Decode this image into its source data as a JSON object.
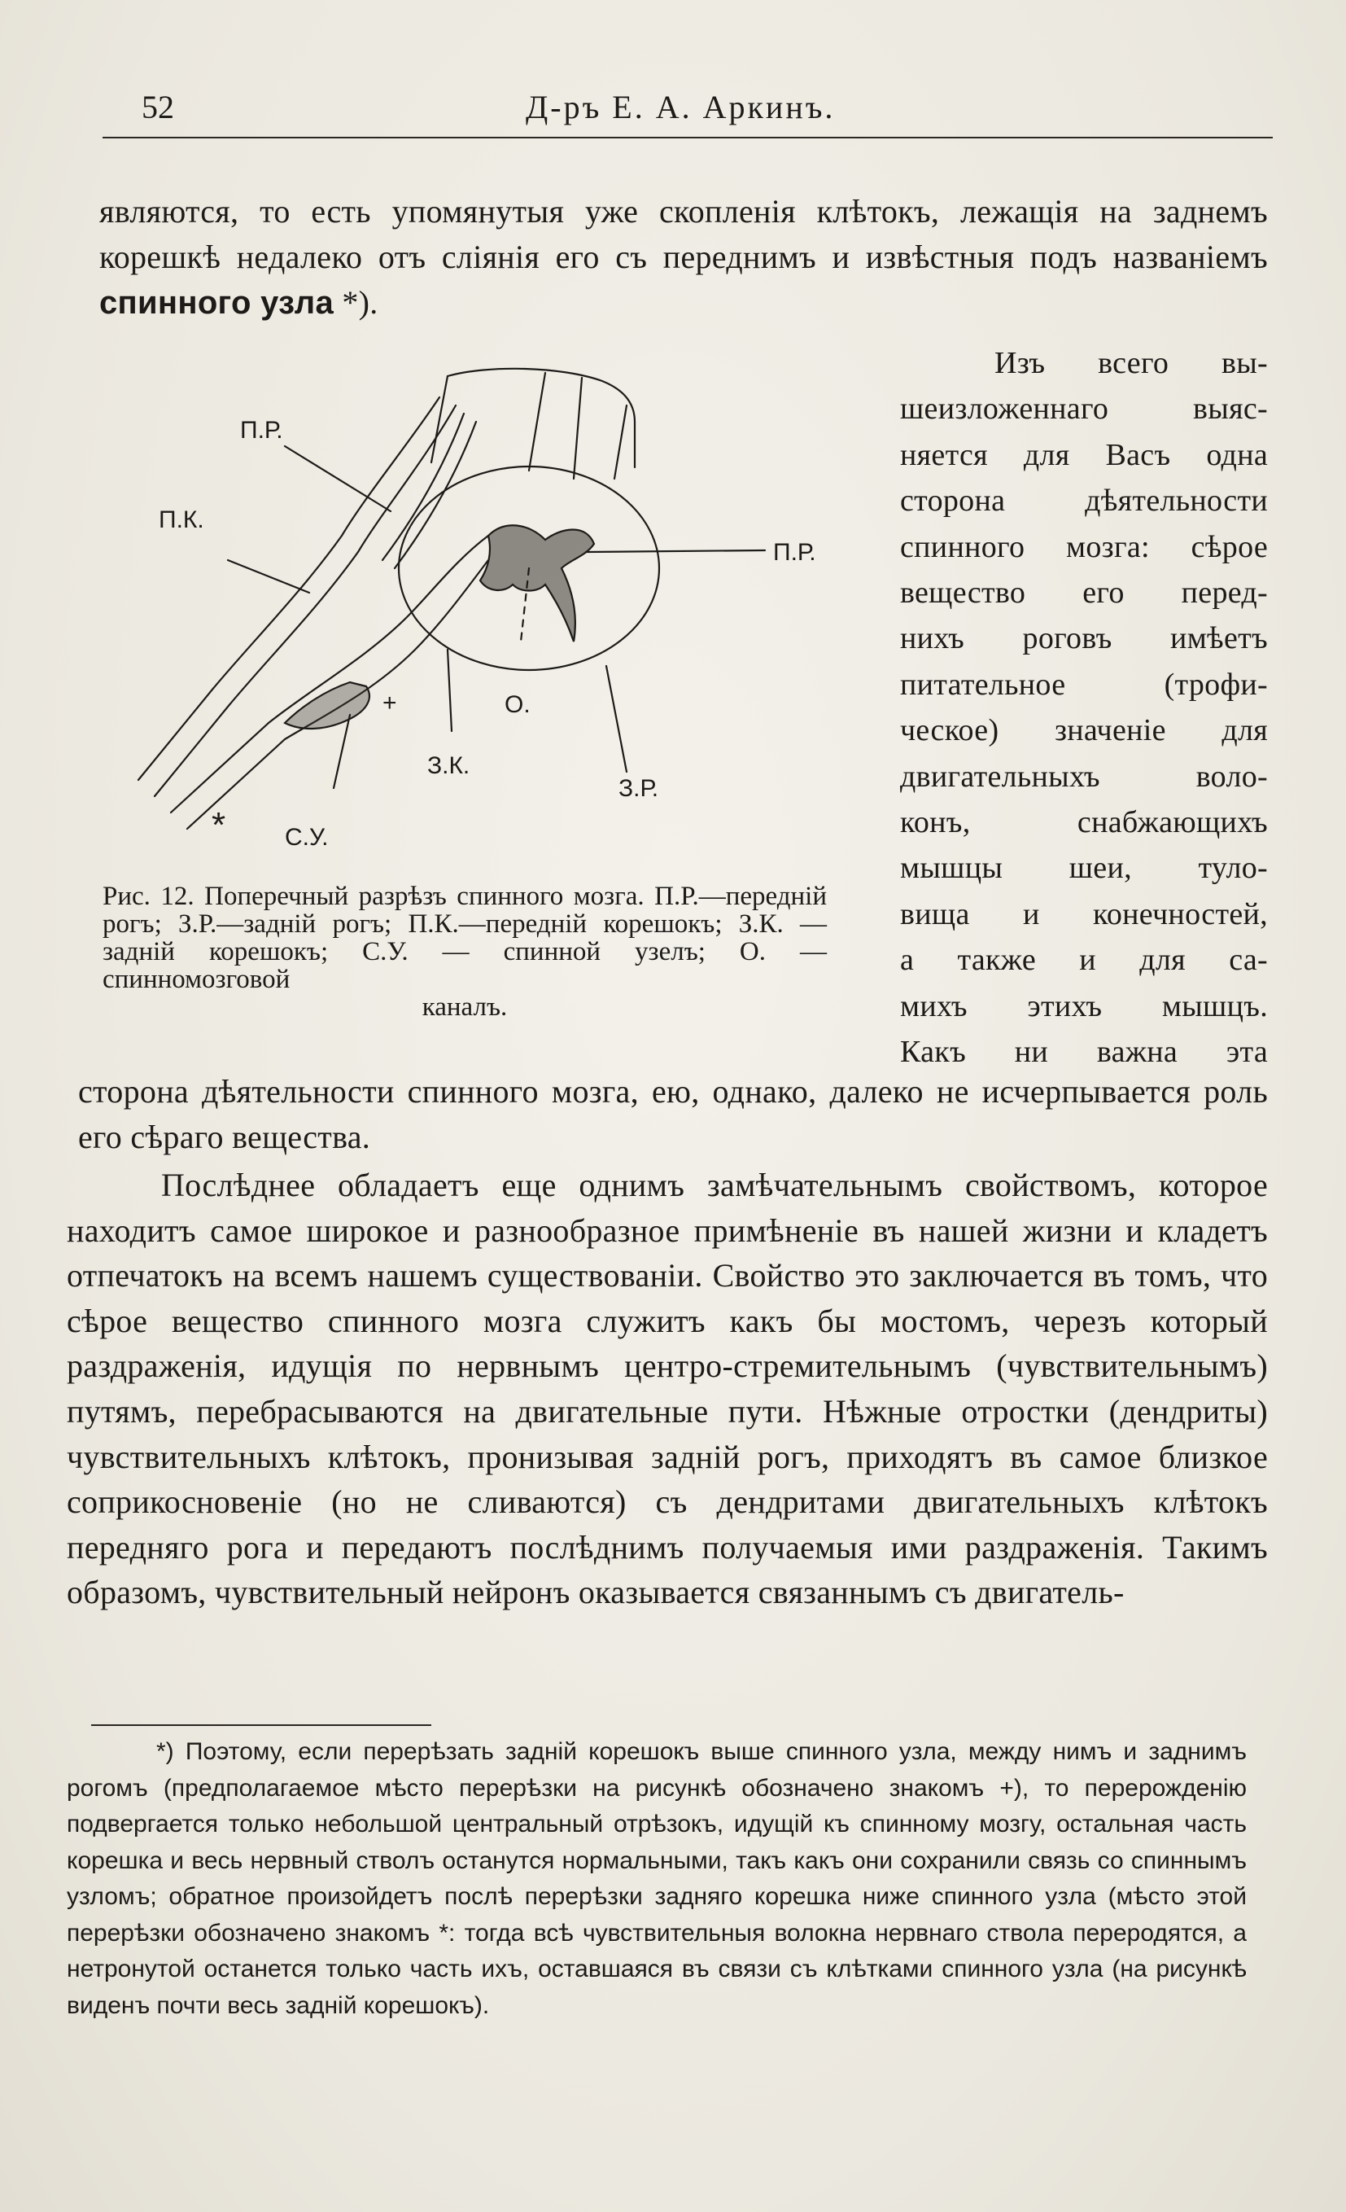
{
  "header": {
    "page_number": "52",
    "running_head": "Д-ръ Е. А. Аркинъ."
  },
  "intro": {
    "text_before": "являются, то есть упомянутыя уже скопленія клѣтокъ, лежащія на заднемъ корешкѣ недалеко отъ слiянія его съ переднимъ и извѣстныя подъ названіемъ ",
    "bold_term": "спинного узла",
    "text_after": " *)."
  },
  "side_column": {
    "lines": [
      "Изъ всего вы-",
      "шеизложеннаго выяс-",
      "няется для Васъ одна",
      "сторона дѣятельности",
      "спинного мозга: сѣрое",
      "вещество его перед-",
      "нихъ роговъ имѣетъ",
      "питательное (трофи-",
      "ческое) значеніе для",
      "двигательныхъ воло-",
      "конъ, снабжающихъ",
      "мышцы шеи, туло-",
      "вища и конечностей,",
      "а также и для са-",
      "михъ этихъ мышцъ.",
      "Какъ ни важна эта"
    ]
  },
  "figure": {
    "labels": {
      "pr_top": "П.Р.",
      "pk": "П.К.",
      "pr_right": "П.Р.",
      "plus": "+",
      "o": "О.",
      "zk": "З.К.",
      "zr": "З.Р.",
      "star": "*",
      "su": "С.У."
    }
  },
  "caption": {
    "text": "Рис. 12. Поперечный разрѣзъ спинного мозга. П.Р.—передній рогъ; З.Р.—задній рогъ; П.К.—передній корешокъ; З.К. —задній корешокъ; С.У. — спинной узелъ; О. — спинномозговой",
    "last_line": "каналъ."
  },
  "continuation": {
    "text": "сторона дѣятельности спинного мозга, ею, однако, далеко не исчерпывается роль его сѣраго вещества."
  },
  "paragraph": {
    "text": "Послѣднее обладаетъ еще однимъ замѣчательнымъ свойствомъ, которое находитъ самое широкое и разнообразное примѣненіе въ нашей жизни и кладетъ отпечатокъ на всемъ нашемъ существованіи. Свойство это заключается въ томъ, что сѣрое вещество спинного мозга служитъ какъ бы мостомъ, черезъ который раздраженія, идущія по нервнымъ центро-стремительнымъ (чувствительнымъ) путямъ, перебрасываются на двигательные пути. Нѣжные отростки (дендриты) чувствительныхъ клѣтокъ, пронизывая задній рогъ, приходятъ въ самое близкое соприкосновеніе (но не сливаются) съ дендритами двигательныхъ клѣтокъ передняго рога и передаютъ послѣднимъ получаемыя ими раздраженія. Такимъ образомъ, чувствительный нейронъ оказывается связаннымъ съ двигатель-"
  },
  "footnote": {
    "text": "*) Поэтому, если перерѣзать задній корешокъ выше спинного узла, между нимъ и заднимъ рогомъ (предполагаемое мѣсто перерѣзки на рисункѣ обозначено знакомъ +), то перерожденію подвергается только небольшой центральный отрѣзокъ, идущій къ спинному мозгу, остальная часть корешка и весь нервный стволъ останутся нормальными, такъ какъ они сохранили связь со спиннымъ узломъ; обратное произойдетъ послѣ перерѣзки задняго корешка ниже спинного узла (мѣсто этой перерѣзки обозначено знакомъ *: тогда всѣ чувствительныя волокна нервнаго ствола переродятся, а нетронутой останется только часть ихъ, оставшаяся въ связи съ клѣтками спинного узла (на рисункѣ виденъ почти весь задній корешокъ)."
  }
}
